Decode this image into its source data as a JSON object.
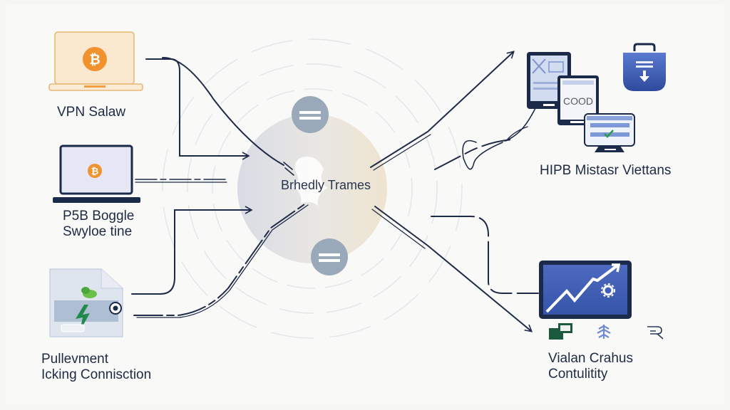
{
  "diagram": {
    "type": "network-flow",
    "hub": {
      "label": "Brhedly Trames",
      "top_badge_icon": "equals-icon",
      "bottom_badge_icon": "equals-icon"
    },
    "nodes": [
      {
        "id": "vpn",
        "label_lines": [
          "VPN Salaw"
        ],
        "icon": "bitcoin-laptop-icon",
        "accent": "#f0a040"
      },
      {
        "id": "p5b",
        "label_lines": [
          "P5B Boggle",
          "Swyloe tine"
        ],
        "icon": "bitcoin-laptop-icon",
        "accent": "#f09030"
      },
      {
        "id": "pullev",
        "label_lines": [
          "Pullevment",
          "Icking Connisction"
        ],
        "icon": "document-lightning-icon",
        "accent": "#2e9a4e"
      },
      {
        "id": "hipb",
        "label_lines": [
          "HIPB Mistasr Viettans"
        ],
        "icon": "devices-cluster-icon",
        "screen_text": "COOD",
        "accent": "#5a78c8"
      },
      {
        "id": "vialan",
        "label_lines": [
          "Vialan Crahus",
          "Contulitity"
        ],
        "icon": "growth-chart-monitor-icon",
        "accent": "#3a5ab0"
      }
    ],
    "extra_icons": [
      "shopping-bag-download-icon",
      "windows-stack-icon",
      "tree-icon",
      "cursor-sign-icon"
    ],
    "colors": {
      "line": "#1e2a48",
      "hub_fill_left": "#d8dbe3",
      "hub_fill_right": "#efe6d6",
      "badge": "#9aa9b9",
      "bitcoin": "#f0922e",
      "navy": "#1c2a4a"
    }
  }
}
